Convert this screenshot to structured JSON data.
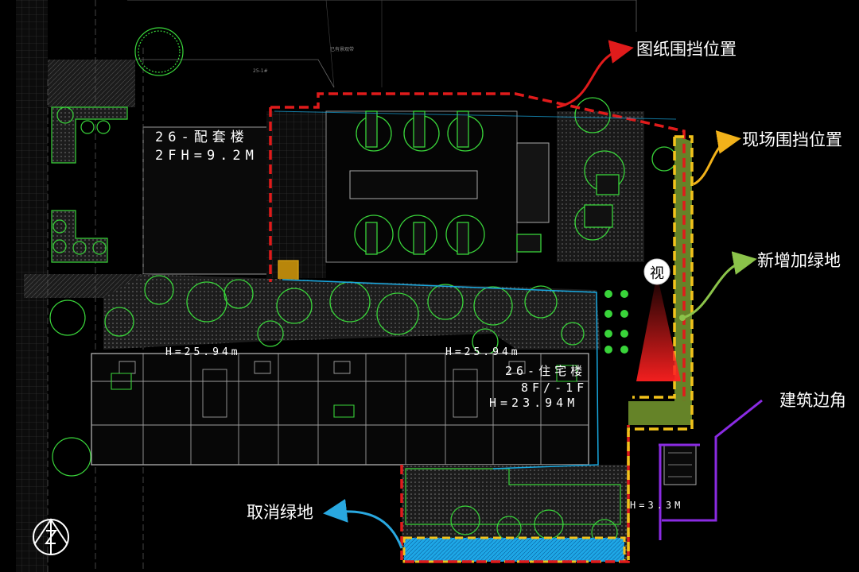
{
  "annotations": {
    "drawing_fence": "图纸围挡位置",
    "site_fence": "现场围挡位置",
    "added_green": "新增加绿地",
    "building_corner": "建筑边角",
    "cancel_green": "取消绿地"
  },
  "view_marker": "视",
  "buildings": {
    "support": {
      "name": "26-配套楼",
      "height": "2FH=9.2M"
    },
    "residential": {
      "name": "26-住宅楼",
      "floors": "8F/-1F",
      "height": "H=23.94M"
    },
    "h_label_1": "H=25.94m",
    "h_label_2": "H=25.94m",
    "corner_height": "H=3.3M"
  },
  "small_labels": [
    "25-1#",
    "已有景观带"
  ],
  "colors": {
    "drawing_fence": "#e01b1b",
    "site_fence": "#f2c21a",
    "added_green": "#6a8a2a",
    "cancel_green": "#18a8e0",
    "building_corner": "#8a2be2",
    "cad_green": "#39d43a",
    "view_cone": "#ff2020"
  }
}
